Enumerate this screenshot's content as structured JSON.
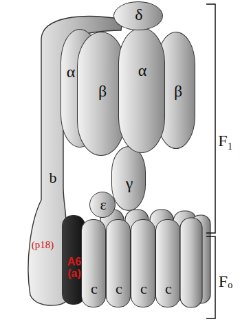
{
  "diagram": {
    "nodes": [
      {
        "text": [
          "δ"
        ]
      },
      {
        "text": [
          "α"
        ]
      },
      {
        "text": [
          "β"
        ]
      },
      {
        "text": [
          "α"
        ]
      },
      {
        "text": [
          "β"
        ]
      },
      {
        "text": [
          "ε"
        ]
      },
      {
        "text": [
          "γ"
        ]
      },
      {
        "text": [
          "b",
          "(p18)"
        ]
      },
      {
        "text": [
          "A6 (a)"
        ]
      },
      {
        "text": [
          "c"
        ]
      },
      {
        "text": [
          "c"
        ]
      },
      {
        "text": [
          "c"
        ]
      },
      {
        "text": [
          "c"
        ]
      }
    ],
    "labels": [
      "F₁",
      "Fₒ"
    ]
  }
}
